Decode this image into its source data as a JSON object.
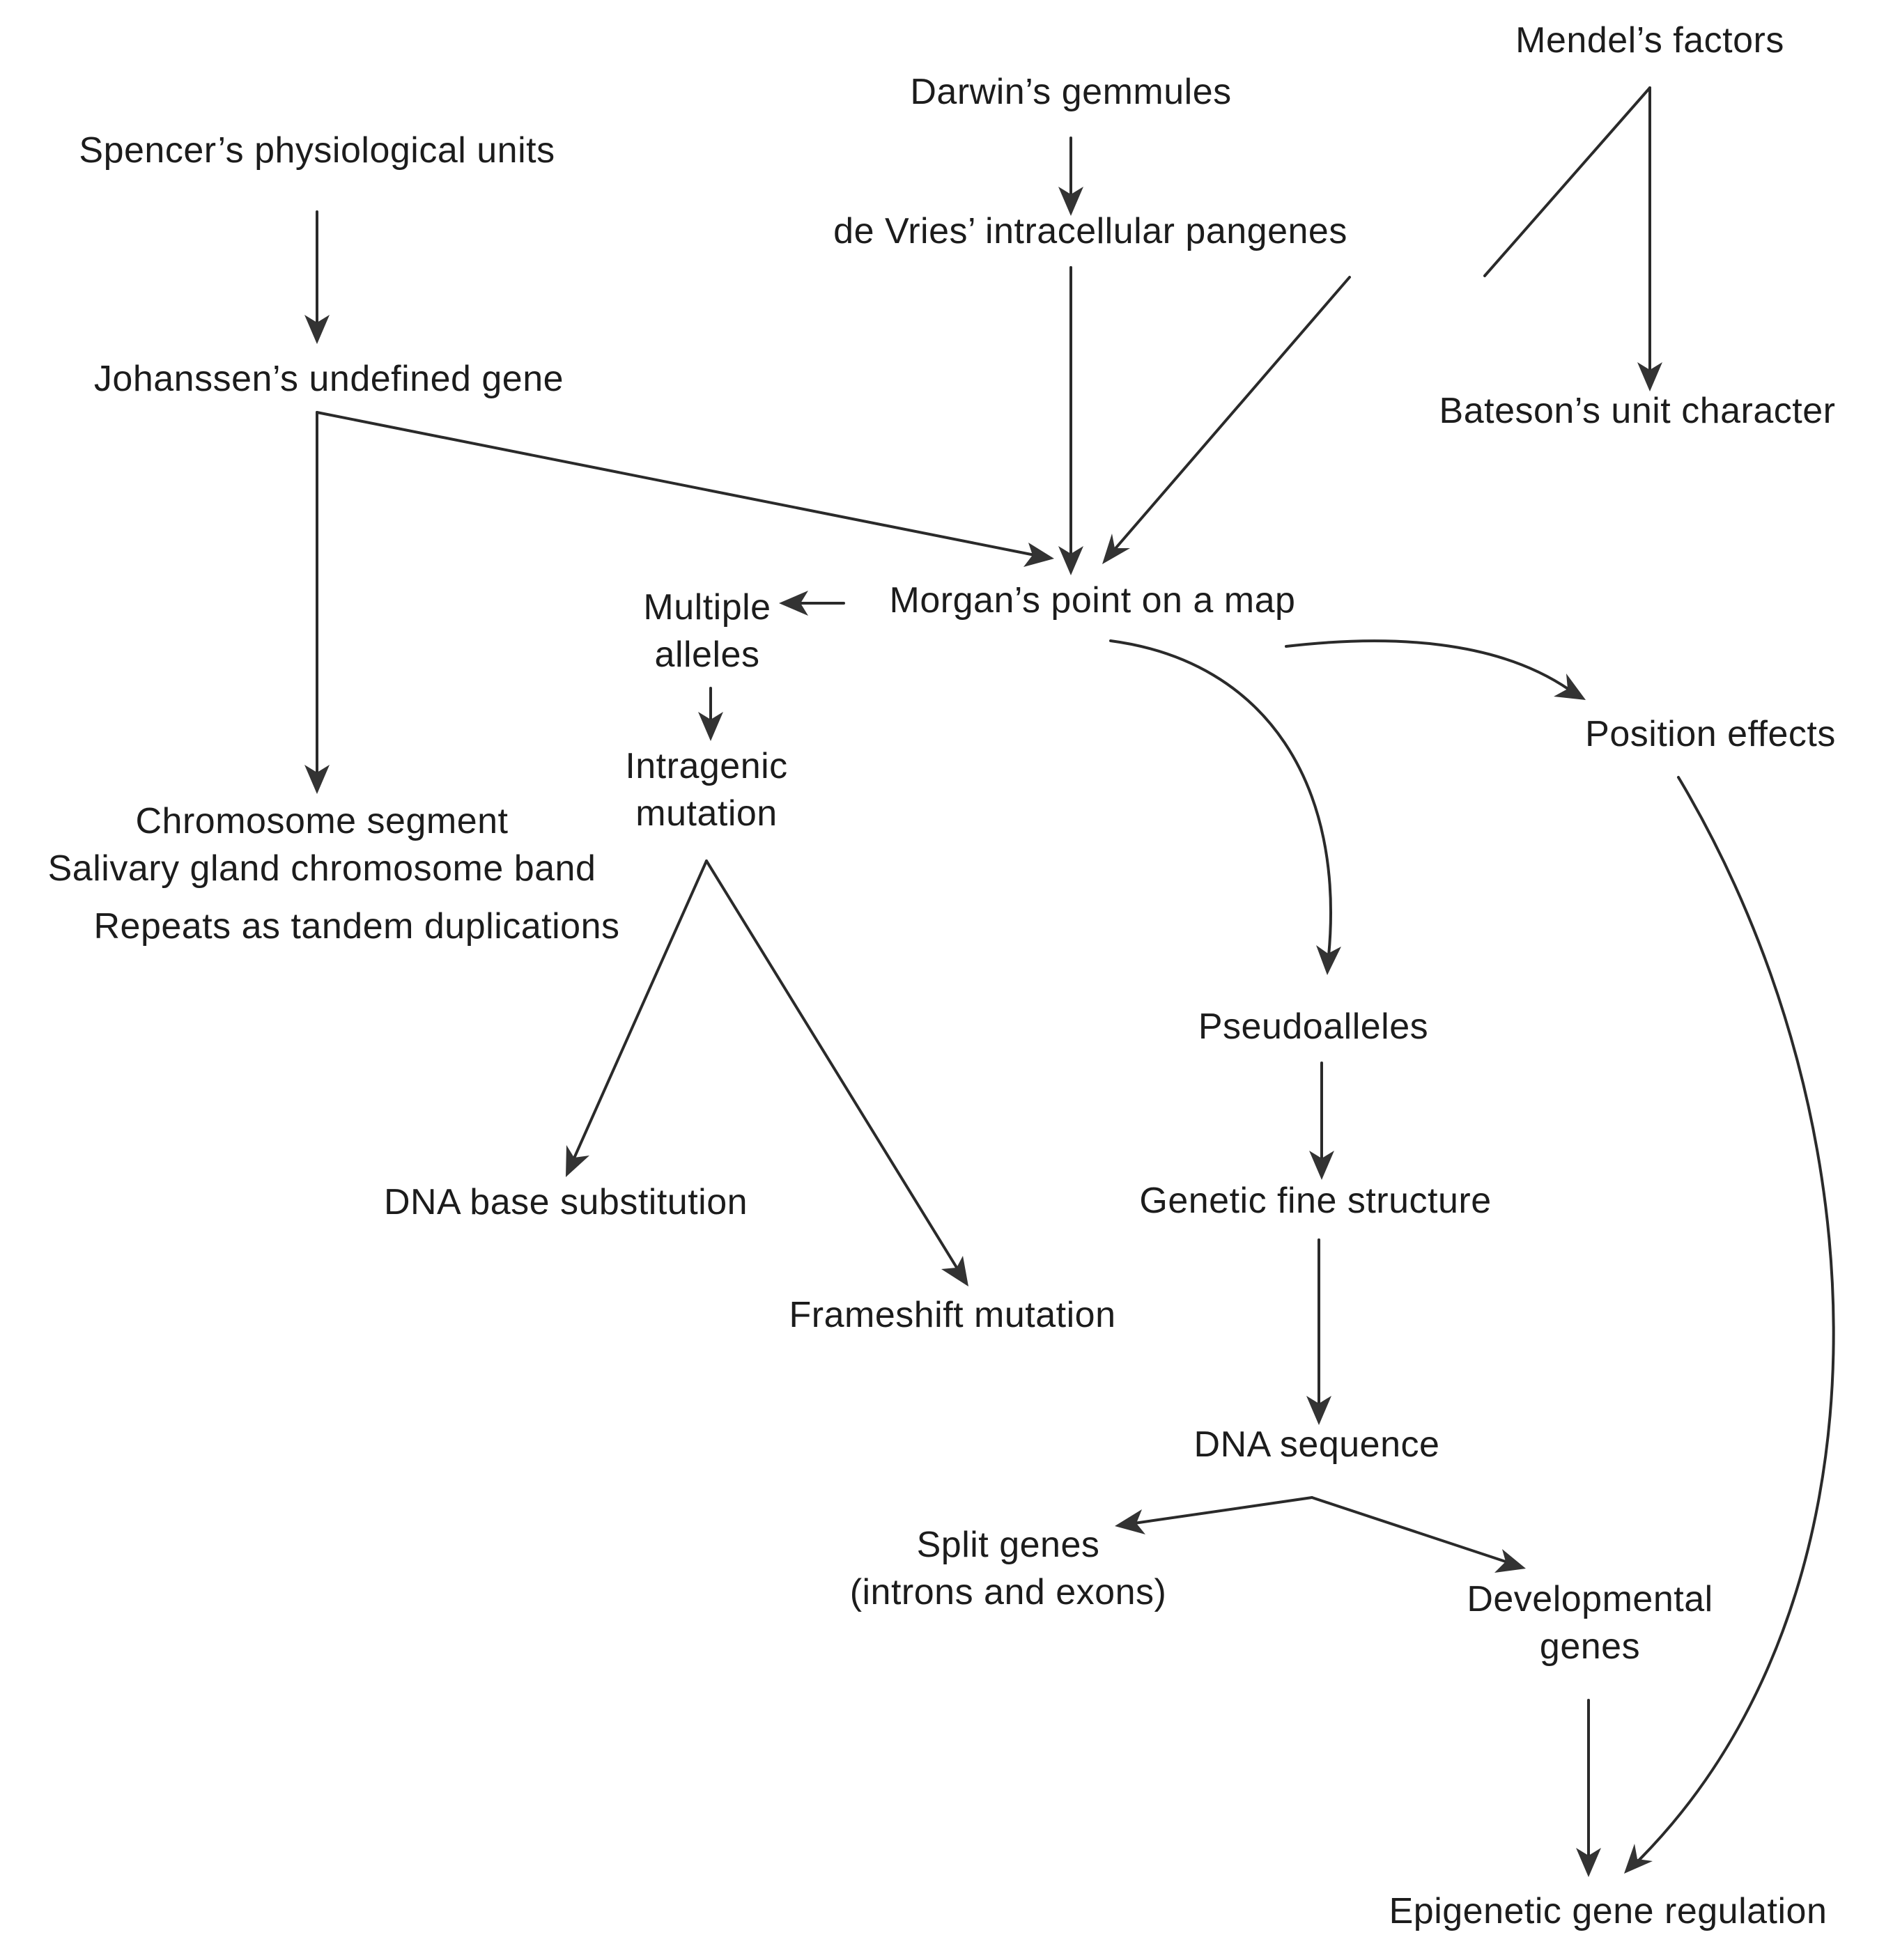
{
  "nodes": {
    "mendel": "Mendel’s factors",
    "darwin": "Darwin’s gemmules",
    "spencer": "Spencer’s physiological units",
    "devries": "de Vries’ intracellular pangenes",
    "johanssen": "Johanssen’s undefined gene",
    "bateson": "Bateson’s unit character",
    "morgan": "Morgan’s point on a map",
    "multiple_alleles": [
      "Multiple",
      "alleles"
    ],
    "intragenic": [
      "Intragenic",
      "mutation"
    ],
    "chromosome": [
      "Chromosome segment",
      "Salivary gland chromosome band"
    ],
    "repeats": "Repeats as tandem duplications",
    "position_effects": "Position effects",
    "pseudoalleles": "Pseudoalleles",
    "dna_base": "DNA base substitution",
    "genetic_fine": "Genetic fine structure",
    "frameshift": "Frameshift mutation",
    "dna_sequence": "DNA sequence",
    "split_genes": [
      "Split genes",
      "(introns and exons)"
    ],
    "developmental": [
      "Developmental",
      "genes"
    ],
    "epigenetic": "Epigenetic gene regulation"
  },
  "edges": [
    {
      "from": "darwin",
      "to": "devries"
    },
    {
      "from": "spencer",
      "to": "johanssen"
    },
    {
      "from": "mendel",
      "to": "bateson"
    },
    {
      "from": "mendel",
      "to": "morgan"
    },
    {
      "from": "devries",
      "to": "morgan"
    },
    {
      "from": "johanssen",
      "to": "morgan"
    },
    {
      "from": "johanssen",
      "to": "chromosome"
    },
    {
      "from": "morgan",
      "to": "multiple_alleles"
    },
    {
      "from": "multiple_alleles",
      "to": "intragenic"
    },
    {
      "from": "morgan",
      "to": "pseudoalleles"
    },
    {
      "from": "morgan",
      "to": "position_effects"
    },
    {
      "from": "intragenic",
      "to": "dna_base"
    },
    {
      "from": "intragenic",
      "to": "frameshift"
    },
    {
      "from": "pseudoalleles",
      "to": "genetic_fine"
    },
    {
      "from": "genetic_fine",
      "to": "dna_sequence"
    },
    {
      "from": "dna_sequence",
      "to": "split_genes"
    },
    {
      "from": "dna_sequence",
      "to": "developmental"
    },
    {
      "from": "developmental",
      "to": "epigenetic"
    },
    {
      "from": "position_effects",
      "to": "epigenetic"
    }
  ]
}
